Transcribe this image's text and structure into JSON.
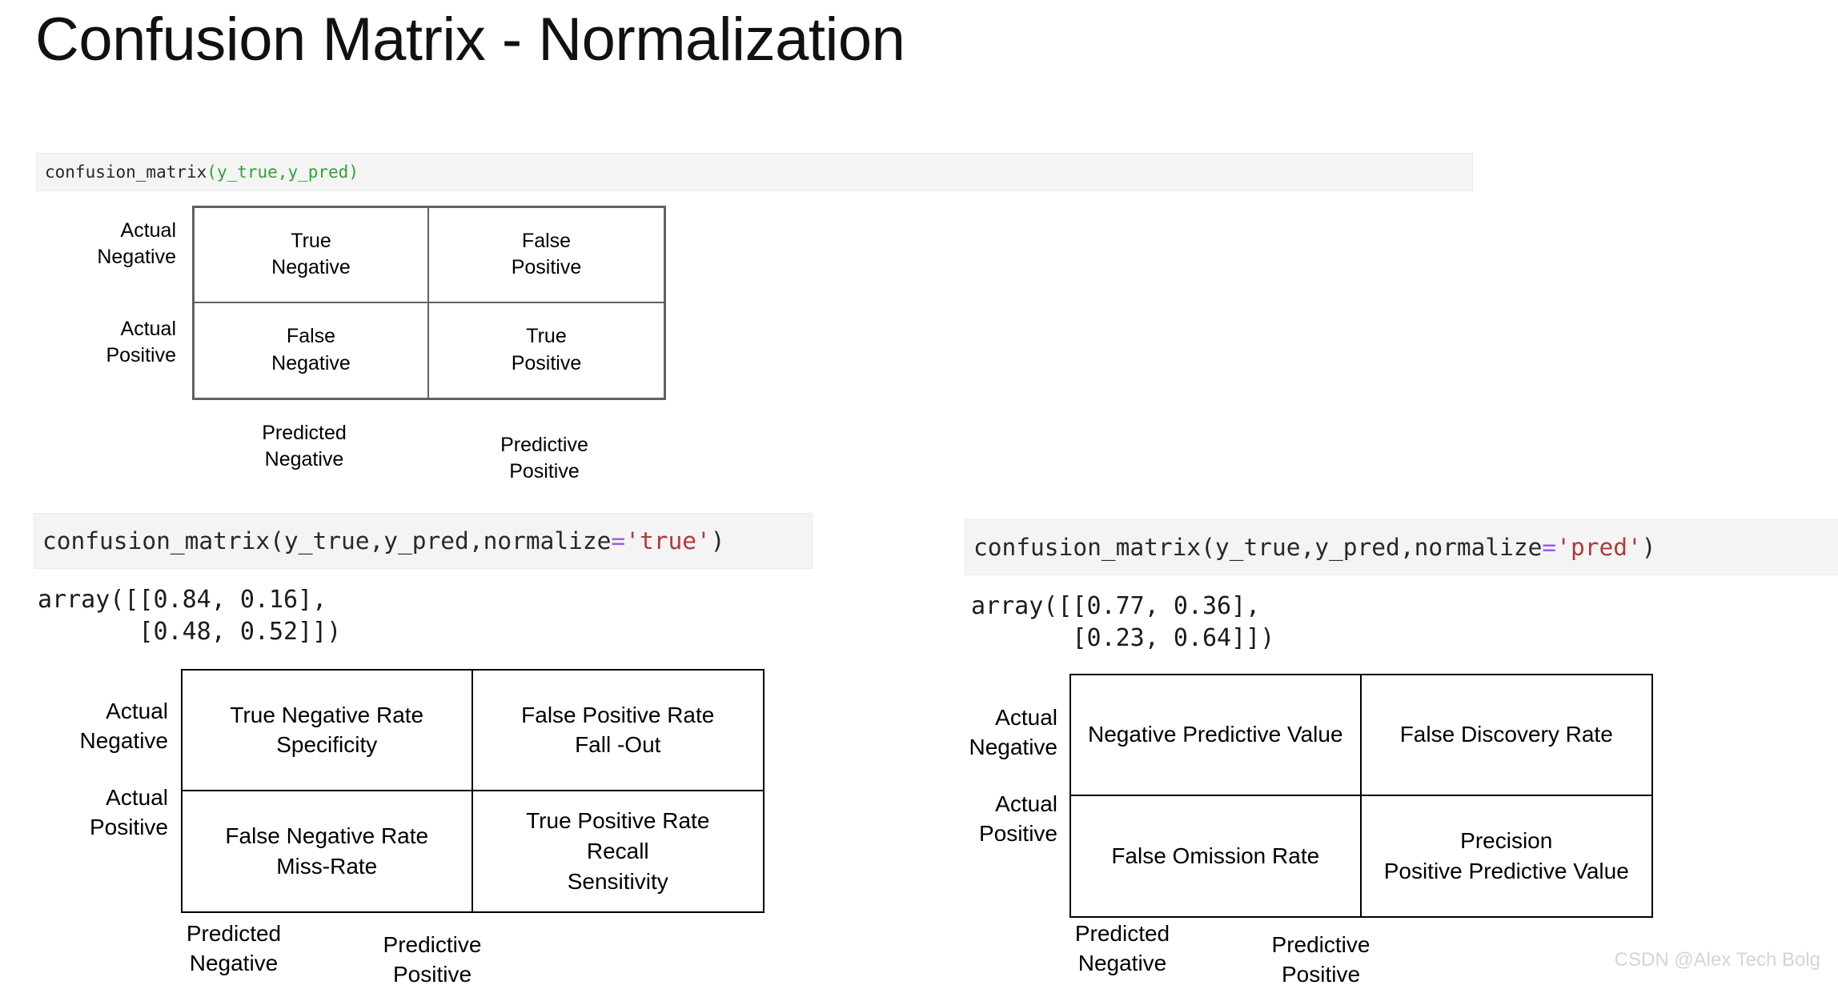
{
  "page": {
    "title": "Confusion Matrix - Normalization",
    "watermark": "CSDN @Alex Tech Bolg",
    "background_color": "#ffffff"
  },
  "colors": {
    "code_background": "#f4f4f4",
    "code_text": "#24292e",
    "string_literal": "#b03a3a",
    "operator_equals": "#9a5cf0",
    "paren_green": "#33a133",
    "top_matrix_border": "#616161",
    "bottom_matrix_border": "#000000",
    "watermark": "#d5d5d5"
  },
  "code_blocks": {
    "plain": {
      "prefix": "confusion_matrix",
      "open_paren": "(",
      "args": "y_true,y_pred",
      "close_paren": ")"
    },
    "normalize_true": {
      "prefix": "confusion_matrix(y_true,y_pred,normalize",
      "equals": "=",
      "value": "'true'",
      "close_paren": ")"
    },
    "normalize_pred": {
      "prefix": "confusion_matrix(y_true,y_pred,normalize",
      "equals": "=",
      "value": "'pred'",
      "close_paren": ")"
    }
  },
  "array_outputs": {
    "normalize_true": "array([[0.84, 0.16],\n       [0.48, 0.52]])",
    "normalize_right": "array([[0.77, 0.36],\n       [0.23, 0.64]])"
  },
  "chart_data": {
    "type": "table",
    "title": "Confusion Matrix - Normalization",
    "matrices": [
      {
        "name": "counts-matrix",
        "caption": "confusion_matrix(y_true,y_pred)",
        "row_labels": [
          "Actual\nNegative",
          "Actual\nPositive"
        ],
        "col_labels": [
          "Predicted\nNegative",
          "Predictive\nPositive"
        ],
        "cells": [
          [
            "True\nNegative",
            "False\nPositive"
          ],
          [
            "False\nNegative",
            "True\nPositive"
          ]
        ]
      },
      {
        "name": "normalize-true-matrix",
        "caption": "confusion_matrix(y_true,y_pred,normalize='true')",
        "values": [
          [
            0.84,
            0.16
          ],
          [
            0.48,
            0.52
          ]
        ],
        "row_labels": [
          "Actual\nNegative",
          "Actual\nPositive"
        ],
        "col_labels": [
          "Predicted\nNegative",
          "Predictive\nPositive"
        ],
        "cells": [
          [
            "True Negative Rate\nSpecificity",
            "False Positive Rate\nFall -Out"
          ],
          [
            "False Negative Rate\nMiss-Rate",
            "True Positive Rate\nRecall\nSensitivity"
          ]
        ]
      },
      {
        "name": "normalize-pred-matrix",
        "caption": "confusion_matrix(y_true,y_pred,normalize='pred')",
        "values": [
          [
            0.77,
            0.36
          ],
          [
            0.23,
            0.64
          ]
        ],
        "row_labels": [
          "Actual\nNegative",
          "Actual\nPositive"
        ],
        "col_labels": [
          "Predicted\nNegative",
          "Predictive\nPositive"
        ],
        "cells": [
          [
            "Negative Predictive Value",
            "False Discovery Rate"
          ],
          [
            "False Omission Rate",
            "Precision\nPositive Predictive Value"
          ]
        ]
      }
    ]
  }
}
